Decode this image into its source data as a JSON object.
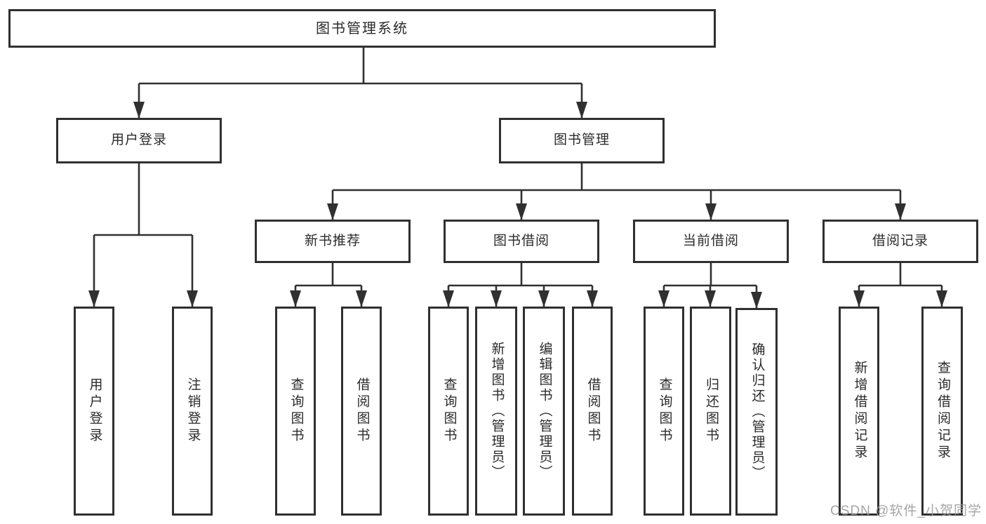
{
  "colors": {
    "line": "#303030",
    "border": "#303030",
    "text": "#2b2b2b",
    "background": "#ffffff",
    "watermark": "#9c9c9c"
  },
  "tree": {
    "label": "图书管理系统",
    "children": [
      {
        "label": "用户登录",
        "children": [
          {
            "label": "用户登录"
          },
          {
            "label": "注销登录"
          }
        ]
      },
      {
        "label": "图书管理",
        "children": [
          {
            "label": "新书推荐",
            "children": [
              {
                "label": "查询图书"
              },
              {
                "label": "借阅图书"
              }
            ]
          },
          {
            "label": "图书借阅",
            "children": [
              {
                "label": "查询图书"
              },
              {
                "label": "新增图书（管理员）"
              },
              {
                "label": "编辑图书（管理员）"
              },
              {
                "label": "借阅图书"
              }
            ]
          },
          {
            "label": "当前借阅",
            "children": [
              {
                "label": "查询图书"
              },
              {
                "label": "归还图书"
              },
              {
                "label": "确认归还（管理员）"
              }
            ]
          },
          {
            "label": "借阅记录",
            "children": [
              {
                "label": "新增借阅记录"
              },
              {
                "label": "查询借阅记录"
              }
            ]
          }
        ]
      }
    ]
  },
  "watermark": "CSDN @软件_小贺同学"
}
